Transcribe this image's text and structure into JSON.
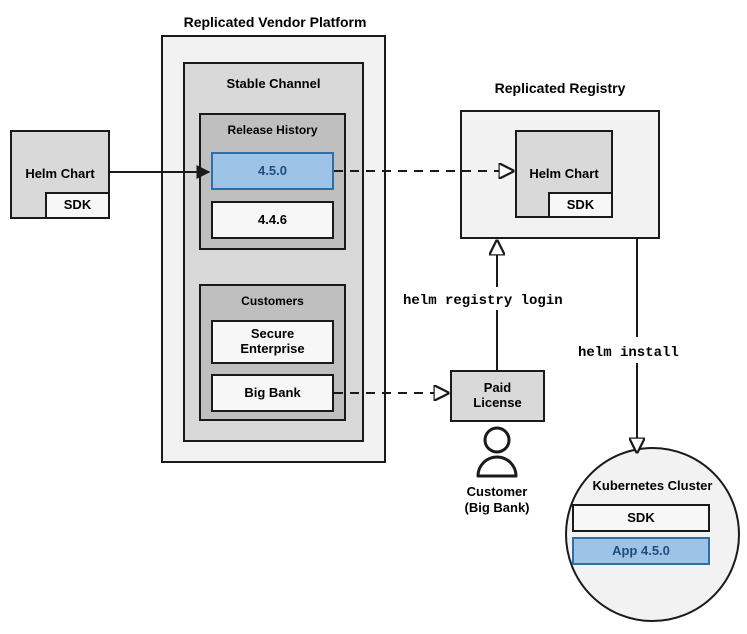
{
  "diagram": {
    "title_labels": {
      "vendor_platform": "Replicated Vendor Platform",
      "replicated_registry": "Replicated Registry"
    },
    "vendor_platform": {
      "stable_channel": {
        "label": "Stable Channel",
        "release_history": {
          "label": "Release History",
          "releases": [
            {
              "version": "4.5.0",
              "highlighted": true
            },
            {
              "version": "4.4.6",
              "highlighted": false
            }
          ]
        },
        "customers": {
          "label": "Customers",
          "entries": [
            {
              "name": "Secure\nEnterprise"
            },
            {
              "name": "Big Bank"
            }
          ]
        }
      }
    },
    "source_artifact": {
      "label": "Helm Chart",
      "sub_label": "SDK"
    },
    "registry_artifact": {
      "label": "Helm Chart",
      "sub_label": "SDK"
    },
    "paid_license": {
      "label": "Paid\nLicense"
    },
    "customer_actor": {
      "label": "Customer\n(Big Bank)",
      "icon": "person-icon"
    },
    "cluster": {
      "label": "Kubernetes Cluster",
      "components": [
        {
          "name": "SDK",
          "highlighted": false
        },
        {
          "name": "App 4.5.0",
          "highlighted": true
        }
      ]
    },
    "commands": {
      "registry_login": "helm registry login",
      "install": "helm install"
    },
    "colors": {
      "highlight_fill": "#9dc3e6",
      "highlight_border": "#2f6fa8",
      "highlight_text": "#1f4e79",
      "stroke": "#1a1a1a",
      "platform_fill": "#f2f2f2",
      "channel_fill": "#d9d9d9",
      "group_fill": "#bfbfbf",
      "artifact_fill": "#d9d9d9",
      "item_fill": "#f7f7f7"
    }
  }
}
